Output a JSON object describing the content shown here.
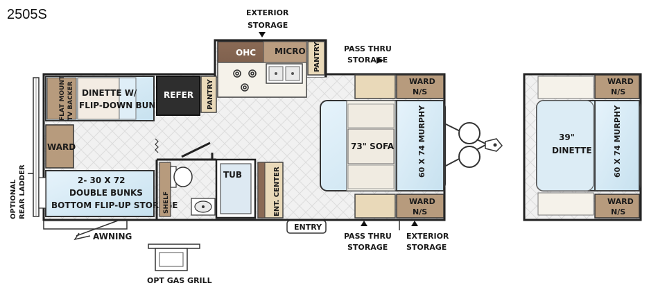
{
  "model": "2505S",
  "labels": {
    "ext_storage_top": [
      "EXTERIOR",
      "STORAGE"
    ],
    "ohc": "OHC",
    "micro": "MICRO",
    "pantry": "PANTRY",
    "pass_thru_top": [
      "PASS THRU",
      "STORAGE"
    ],
    "ward_ns": [
      "WARD",
      "N/S"
    ],
    "dinette_bunk": [
      "DINETTE  W/",
      "FLIP-DOWN BUNK"
    ],
    "tv_backer": [
      "FLAT MOUNT",
      "TV BACKER"
    ],
    "refer": "REFER",
    "ward": "WARD",
    "sofa": "73\" SOFA",
    "murphy": "60 X 74 MURPHY",
    "bunks": [
      "2- 30 X 72",
      "DOUBLE BUNKS",
      "BOTTOM FLIP-UP STORAGE"
    ],
    "ladder": [
      "OPTIONAL",
      "REAR LADDER"
    ],
    "tub": "TUB",
    "shelf": "SHELF",
    "ent_center": "ENT. CENTER",
    "entry": "ENTRY",
    "awning": "AWNING",
    "pass_thru_bottom": [
      "PASS THRU",
      "STORAGE"
    ],
    "ext_storage_bottom": [
      "EXTERIOR",
      "STORAGE"
    ],
    "grill": "OPT GAS GRILL",
    "alt_dinette": [
      "39\"",
      "DINETTE"
    ]
  }
}
